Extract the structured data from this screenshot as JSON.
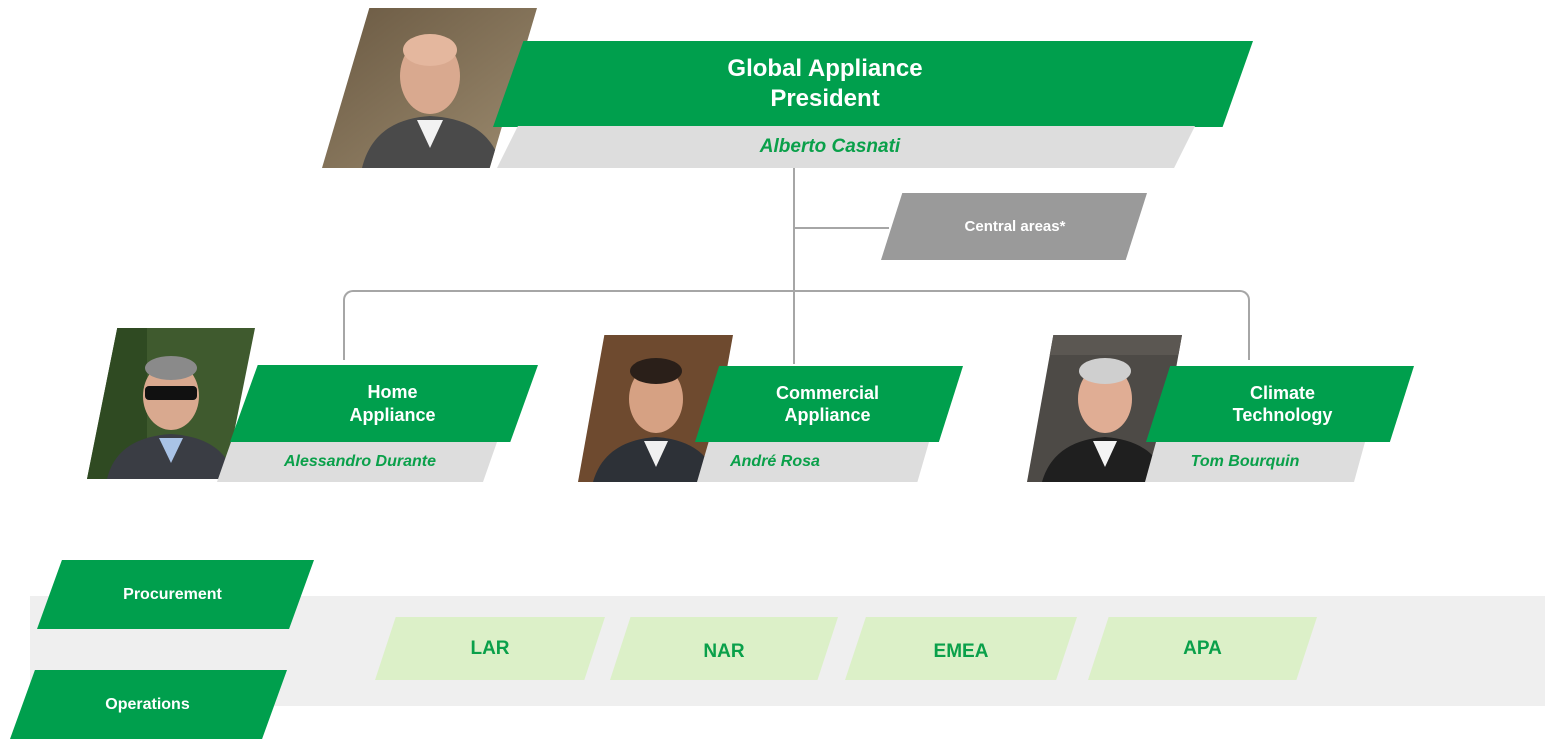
{
  "president": {
    "title": "Global Appliance President",
    "title_line1": "Global Appliance",
    "title_line2": "President",
    "name": "Alberto Casnati",
    "photo_icon": "person-portrait-icon"
  },
  "central": {
    "label": "Central areas*"
  },
  "divisions": [
    {
      "title_line1": "Home",
      "title_line2": "Appliance",
      "name": "Alessandro Durante",
      "photo_icon": "person-portrait-icon"
    },
    {
      "title_line1": "Commercial",
      "title_line2": "Appliance",
      "name": "André Rosa",
      "photo_icon": "person-portrait-icon"
    },
    {
      "title_line1": "Climate",
      "title_line2": "Technology",
      "name": "Tom Bourquin",
      "photo_icon": "person-portrait-icon"
    }
  ],
  "functions": {
    "procurement": "Procurement",
    "operations": "Operations"
  },
  "regions": [
    "LAR",
    "NAR",
    "EMEA",
    "APA"
  ],
  "colors": {
    "brand_green": "#009f4d",
    "name_green": "#0aa04a",
    "light_green": "#dcf0c8",
    "gray_bar": "#dddddd",
    "central_gray": "#9a9a9a",
    "band_gray": "#efefef",
    "connector": "#a6a6a6"
  }
}
